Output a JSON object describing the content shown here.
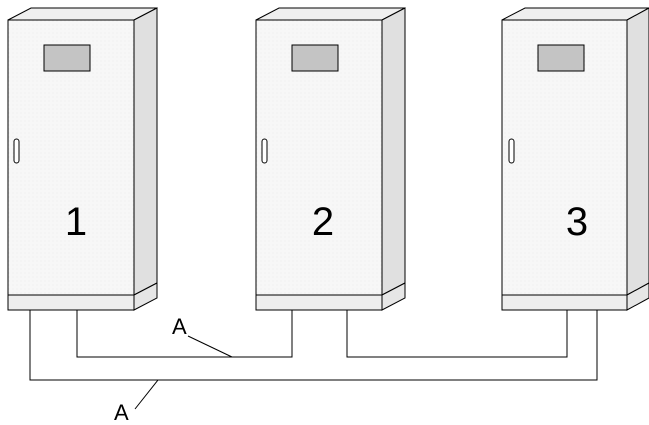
{
  "cabinets": [
    {
      "number": "1"
    },
    {
      "number": "2"
    },
    {
      "number": "3"
    }
  ],
  "cable_labels": [
    "A",
    "A"
  ],
  "colors": {
    "front": "#f7f7f7",
    "side": "#e0e0e0",
    "top": "#efefef",
    "plinth": "#eeeeee",
    "window": "#c4c4c4",
    "stroke": "#000000"
  }
}
